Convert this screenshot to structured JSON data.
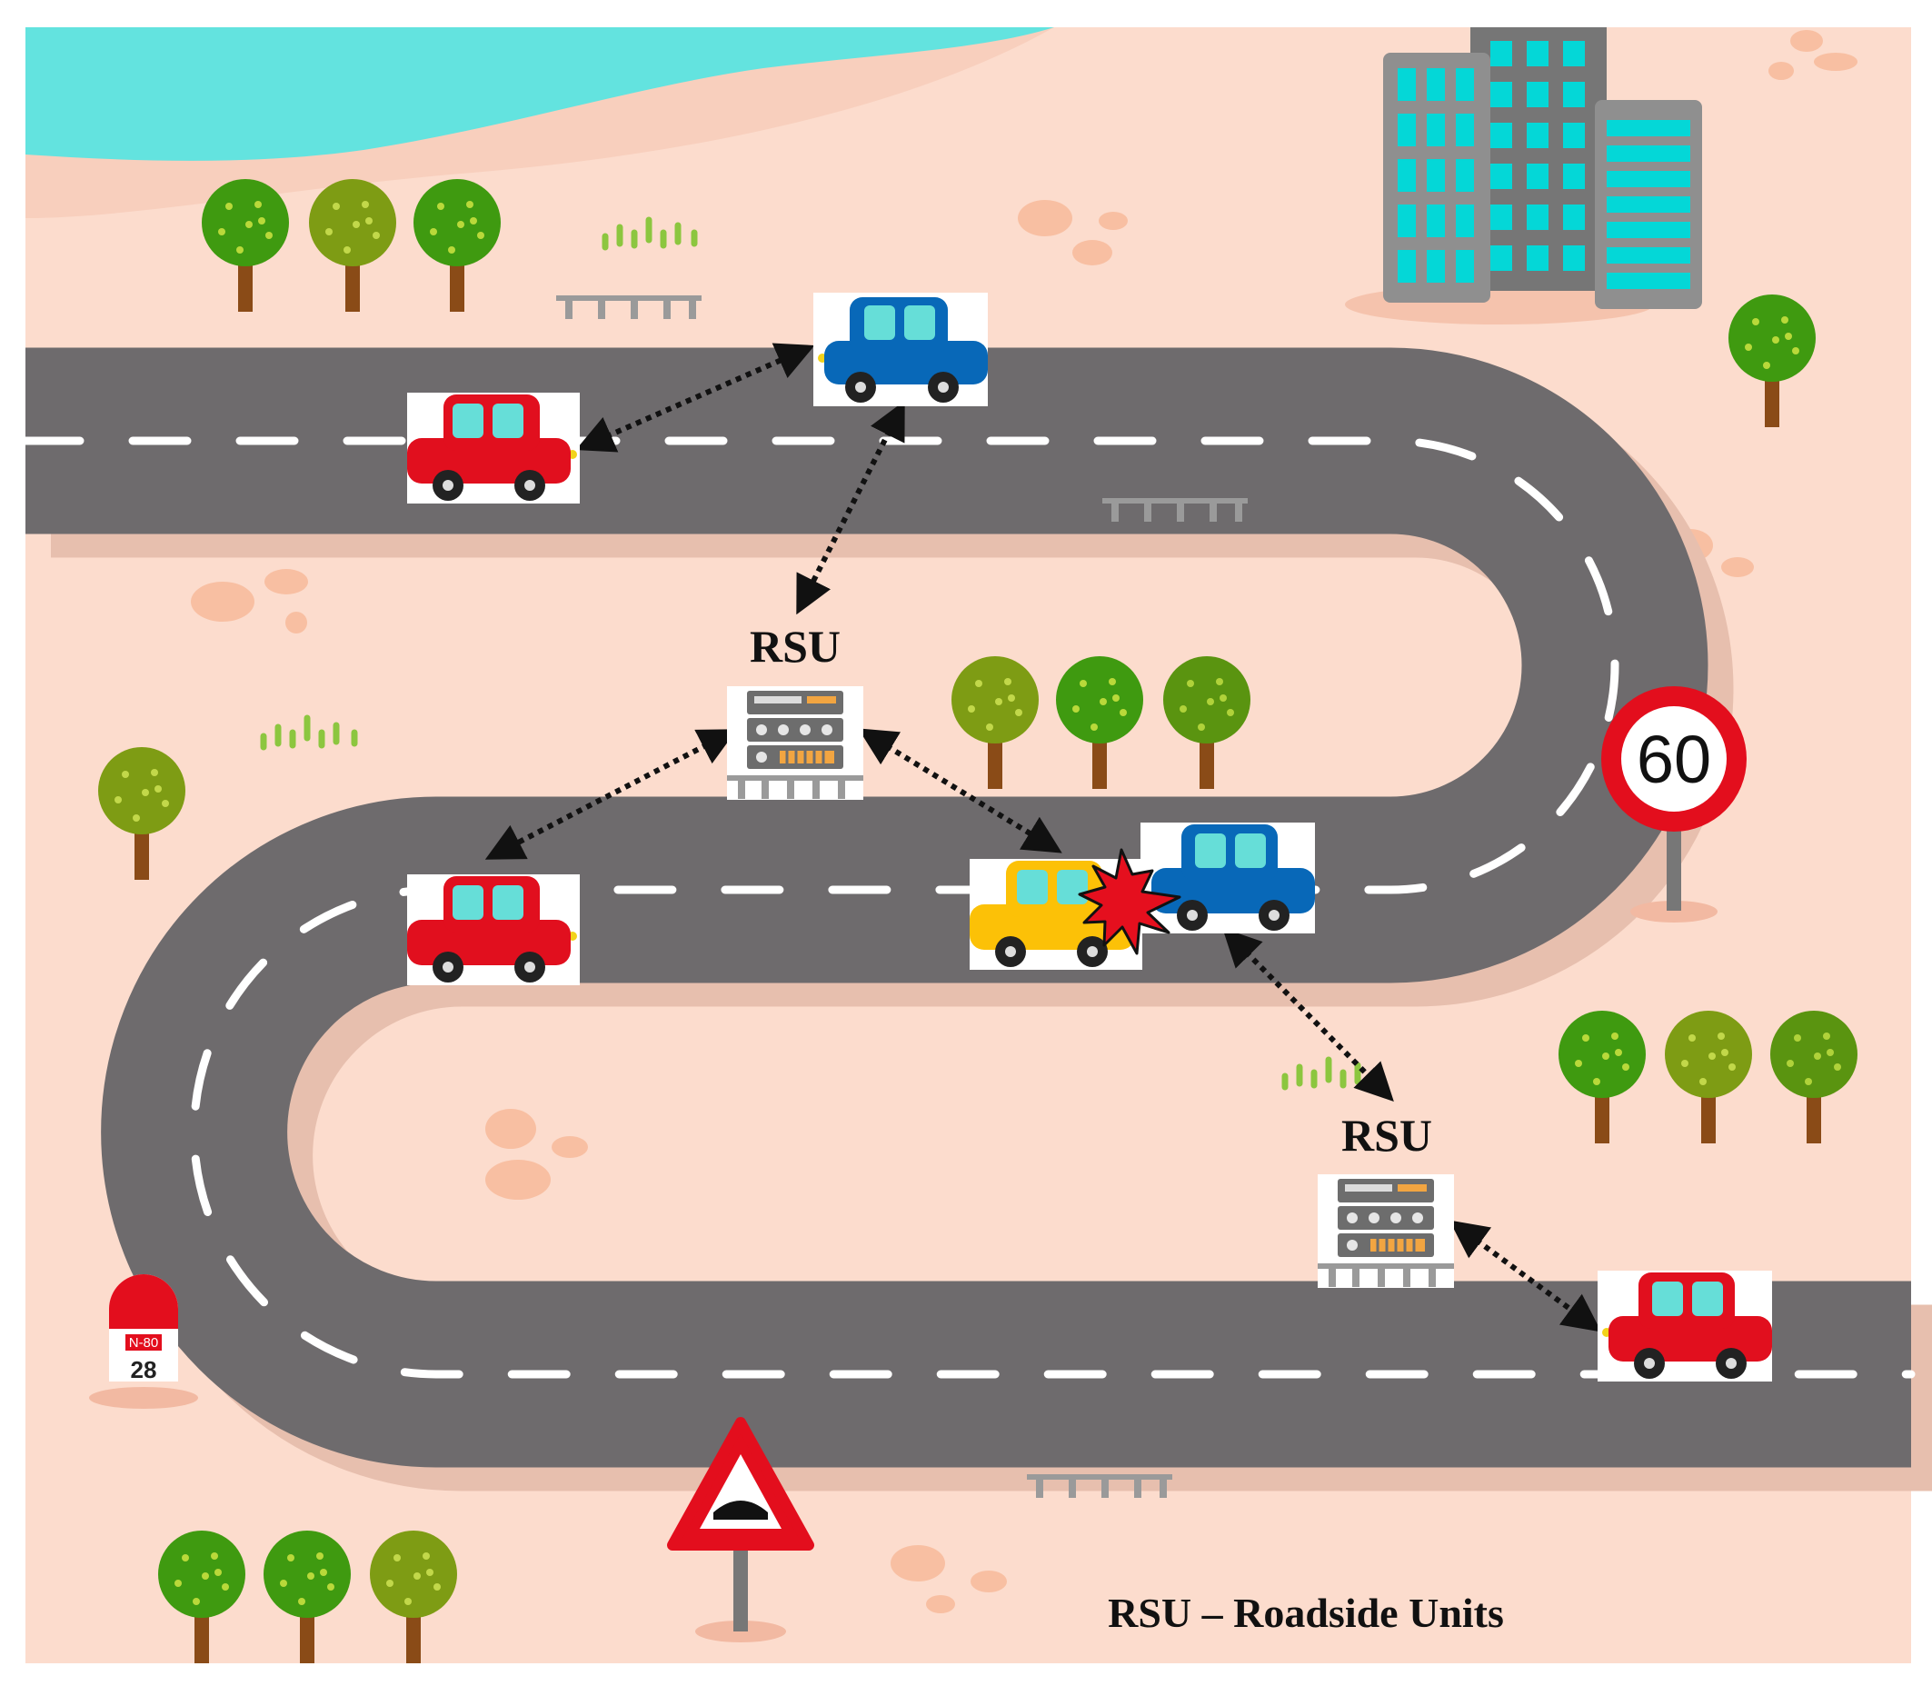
{
  "labels": {
    "rsu_top": "RSU",
    "rsu_bottom": "RSU",
    "legend": "RSU – Roadside Units",
    "speed_limit": "60",
    "milestone_route": "N-80",
    "milestone_km": "28"
  },
  "colors": {
    "ground": "#fcdccd",
    "sand": "#f8cfbd",
    "water": "#63e3df",
    "road": "#6e6b6d",
    "road_shadow": "#e7bfae",
    "lane_marking": "#ffffff",
    "car_red": "#e10f1e",
    "car_blue": "#0868b8",
    "car_yellow": "#fcc107",
    "car_window": "#66ded8",
    "crash": "#e50f1e",
    "sign_red": "#e30e1d",
    "tree_green": "#3f9a10",
    "tree_olive": "#7e9c14",
    "trunk": "#8a4b17",
    "building": "#8f8f8f",
    "building_window": "#04d7d7"
  },
  "icons": {
    "vehicle": "car-icon",
    "roadside_unit": "server-rack-icon",
    "collision": "collision-burst-icon",
    "speed_sign": "speed-limit-sign-icon",
    "warning_sign": "speed-bump-warning-sign-icon",
    "milestone": "milestone-marker-icon",
    "tree": "tree-icon",
    "building": "office-building-icon"
  }
}
